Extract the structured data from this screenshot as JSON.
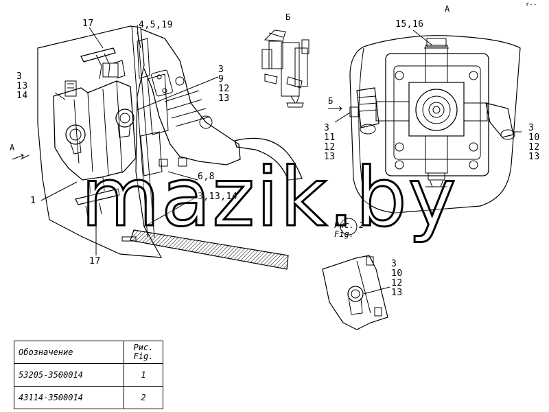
{
  "views": {
    "a_top": "А",
    "b_top": "Б",
    "a_arrow": "А",
    "b_arrow": "Б"
  },
  "callouts": {
    "c17_top": "17",
    "c4519": "4,5,19",
    "c3_13_14": "3\n13\n14",
    "c3_9_12_13": "3\n9\n12\n13",
    "c68": "6,8",
    "c31314": "3,13,14",
    "c1": "1",
    "c17_bottom": "17",
    "c1516": "15,16",
    "c3_11_12_13": "3\n11\n12\n13",
    "c3_10_12_13_right": "3\n10\n12\n13",
    "c3_10_12_13_bottom": "3\n10\n12\n13"
  },
  "fig_label": "Рис. 2\nFig.",
  "watermark": "mazik.by",
  "corner_mark": "r--",
  "table": {
    "header_code": "Обозначение",
    "header_fig": "Рис.\nFig.",
    "rows": [
      {
        "code": "53205-3500014",
        "fig": "1"
      },
      {
        "code": "43114-3500014",
        "fig": "2"
      }
    ]
  }
}
